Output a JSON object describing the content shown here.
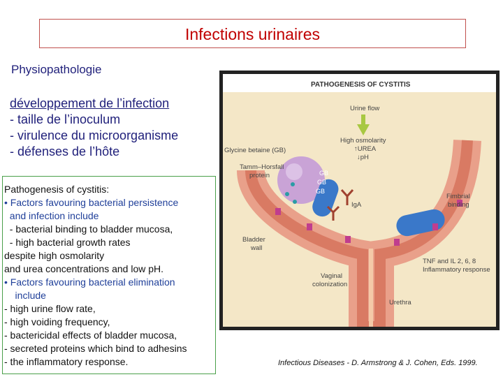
{
  "header": {
    "title": "Infections urinaires"
  },
  "section": {
    "heading": "Physiopathologie"
  },
  "development": {
    "heading": "développement de l’infection",
    "items": [
      "- taille de l’inoculum",
      "- virulence du microorganisme",
      "- défenses de l’hôte"
    ]
  },
  "pathogenesis": {
    "lines": [
      {
        "text": "Pathogenesis of cystitis:",
        "style": "plain"
      },
      {
        "text": "• Factors favouring bacterial persistence",
        "style": "blue"
      },
      {
        "text": "  and infection include",
        "style": "blue"
      },
      {
        "text": "  - bacterial binding to bladder mucosa,",
        "style": "plain"
      },
      {
        "text": "  - high bacterial growth rates",
        "style": "plain"
      },
      {
        "text": "despite high osmolarity",
        "style": "plain"
      },
      {
        "text": "and urea concentrations and low pH.",
        "style": "plain"
      },
      {
        "text": "• Factors favouring bacterial elimination",
        "style": "blue"
      },
      {
        "text": "    include",
        "style": "blue"
      },
      {
        "text": "- high urine flow rate,",
        "style": "plain"
      },
      {
        "text": "- high voiding frequency,",
        "style": "plain"
      },
      {
        "text": "- bactericidal effects of bladder mucosa,",
        "style": "plain"
      },
      {
        "text": "- secreted proteins which bind to adhesins",
        "style": "plain"
      },
      {
        "text": "- the inflammatory response.",
        "style": "plain"
      }
    ]
  },
  "figure": {
    "title": "PATHOGENESIS OF CYSTITIS",
    "labels": {
      "urine_flow": "Urine flow",
      "high_osmolarity": "High osmolarity",
      "urea": "↑UREA",
      "ph": "↓pH",
      "glycine": "Glycine betaine (GB)",
      "tamm1": "Tamm–Horsfall",
      "tamm2": "protein",
      "gb": "GB",
      "iga": "IgA",
      "fimbrial1": "Fimbrial",
      "fimbrial2": "binding",
      "bladder1": "Bladder",
      "bladder2": "wall",
      "tnf1": "TNF and IL 2, 6, 8",
      "tnf2": "Inflammatory response",
      "vaginal1": "Vaginal",
      "vaginal2": "colonization",
      "urethra": "Urethra"
    }
  },
  "caption": "Infectious Diseases - D. Armstrong & J. Cohen, Eds. 1999.",
  "colors": {
    "title": "#c00000",
    "heading": "#1f1f7a",
    "blue_text": "#1f3f99",
    "box_border": "#4aa04a"
  }
}
